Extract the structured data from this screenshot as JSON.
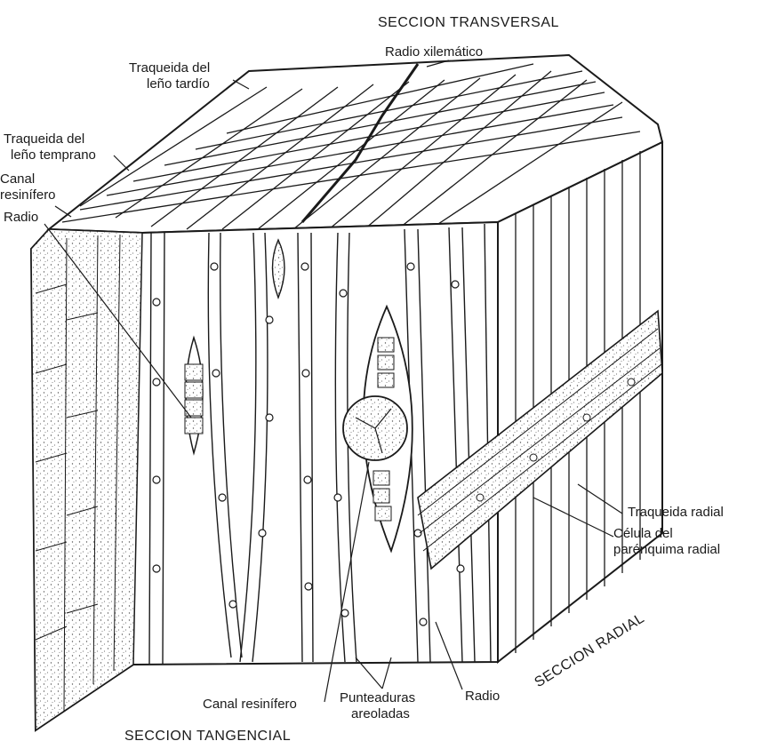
{
  "sections": {
    "transversal": "SECCION TRANSVERSAL",
    "tangencial": "SECCION TANGENCIAL",
    "radial": "SECCION RADIAL"
  },
  "labels": {
    "radio_xilematico": "Radio xilemático",
    "traqueida_lenio_tardio_1": "Traqueida del",
    "traqueida_lenio_tardio_2": "leño tardío",
    "traqueida_lenio_temprano_1": "Traqueida del",
    "traqueida_lenio_temprano_2": "leño temprano",
    "canal_resinifero_top_1": "Canal",
    "canal_resinifero_top_2": "resinífero",
    "radio_left": "Radio",
    "traqueida_radial": "Traqueida radial",
    "celula_parenquima_1": "Célula del",
    "celula_parenquima_2": "parénquima radial",
    "radio_bottom": "Radio",
    "canal_resinifero_bottom": "Canal resinífero",
    "punteaduras_1": "Punteaduras",
    "punteaduras_2": "areoladas"
  },
  "colors": {
    "ink": "#1a1a1a",
    "stipple": "#c9c9c9",
    "background": "#ffffff"
  }
}
